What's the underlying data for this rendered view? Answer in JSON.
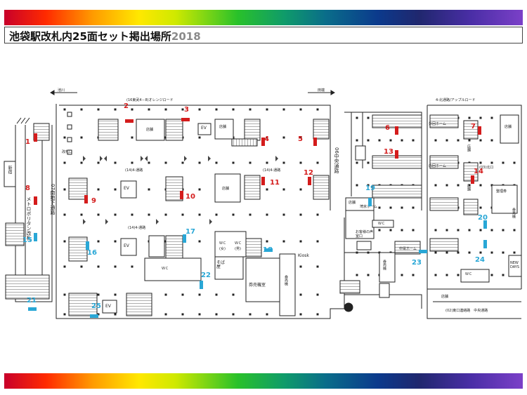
{
  "header": {
    "title": "池袋駅改札内25面セット掲出場所",
    "year": "2018"
  },
  "colors": {
    "red_marker": "#d41c1c",
    "blue_marker": "#29a7d6"
  },
  "map": {
    "corridors": {
      "orange_road": "(16東武4－8)オレンジロード",
      "tsuro_14_1": "(14)4-通路",
      "tsuro_14_2": "(14)4-通路",
      "tsuro_14_3": "(14)4-通路",
      "central": "06中央通路",
      "south_underground": "07南地下通路",
      "metro": "メトロポリタン改札",
      "apple_road": "4-北通路/アップルロード",
      "east_link": "(02)東口連絡路　中央通路",
      "north_exit": "(03)北口"
    },
    "directions": {
      "left": "池川",
      "right": "田端"
    },
    "facilities": {
      "ev1": "EV",
      "ev2": "EV",
      "ev3": "EV",
      "ev4": "EV",
      "ev5": "EV",
      "shop1": "店舗",
      "shop2": "店舗",
      "shop3": "店舗",
      "shop4": "店舗",
      "shop5": "店舗",
      "shop6": "店舗",
      "shop7": "店舗",
      "shop8": "店舗",
      "wc1": "ＷＣ",
      "wc2": "ＷＣ",
      "wc3": "ＷＣ",
      "wc4": "ＷＣ",
      "wc5": "ＷＣ",
      "wc_f": "(女)",
      "wc_m": "(男)",
      "soba": "そば屋",
      "kippu1": "券売機室",
      "kippu2": "券売機",
      "kippu3": "券売機",
      "kippu4": "券売機",
      "kiosk": "Kiosk",
      "newdays": "NEW DAYS",
      "sb_room": "お客様の声室口",
      "seiri": "整理券",
      "yamanote": "埼京ホーム",
      "uchimawari": "内回ホーム",
      "sotomawari": "外回ホーム",
      "chuo": "中電ホーム",
      "shinjuku": "新宿",
      "gate": "改札口"
    },
    "markers": [
      {
        "n": "1",
        "c": "red"
      },
      {
        "n": "2",
        "c": "red"
      },
      {
        "n": "3",
        "c": "red"
      },
      {
        "n": "4",
        "c": "red"
      },
      {
        "n": "5",
        "c": "red"
      },
      {
        "n": "6",
        "c": "red"
      },
      {
        "n": "7",
        "c": "red"
      },
      {
        "n": "8",
        "c": "red"
      },
      {
        "n": "9",
        "c": "red"
      },
      {
        "n": "10",
        "c": "red"
      },
      {
        "n": "11",
        "c": "red"
      },
      {
        "n": "12",
        "c": "red"
      },
      {
        "n": "13",
        "c": "red"
      },
      {
        "n": "14",
        "c": "red"
      },
      {
        "n": "15",
        "c": "blue"
      },
      {
        "n": "16",
        "c": "blue"
      },
      {
        "n": "17",
        "c": "blue"
      },
      {
        "n": "18",
        "c": "blue"
      },
      {
        "n": "19",
        "c": "blue"
      },
      {
        "n": "20",
        "c": "blue"
      },
      {
        "n": "21",
        "c": "blue"
      },
      {
        "n": "22",
        "c": "blue"
      },
      {
        "n": "23",
        "c": "blue"
      },
      {
        "n": "24",
        "c": "blue"
      },
      {
        "n": "25",
        "c": "blue"
      }
    ]
  }
}
